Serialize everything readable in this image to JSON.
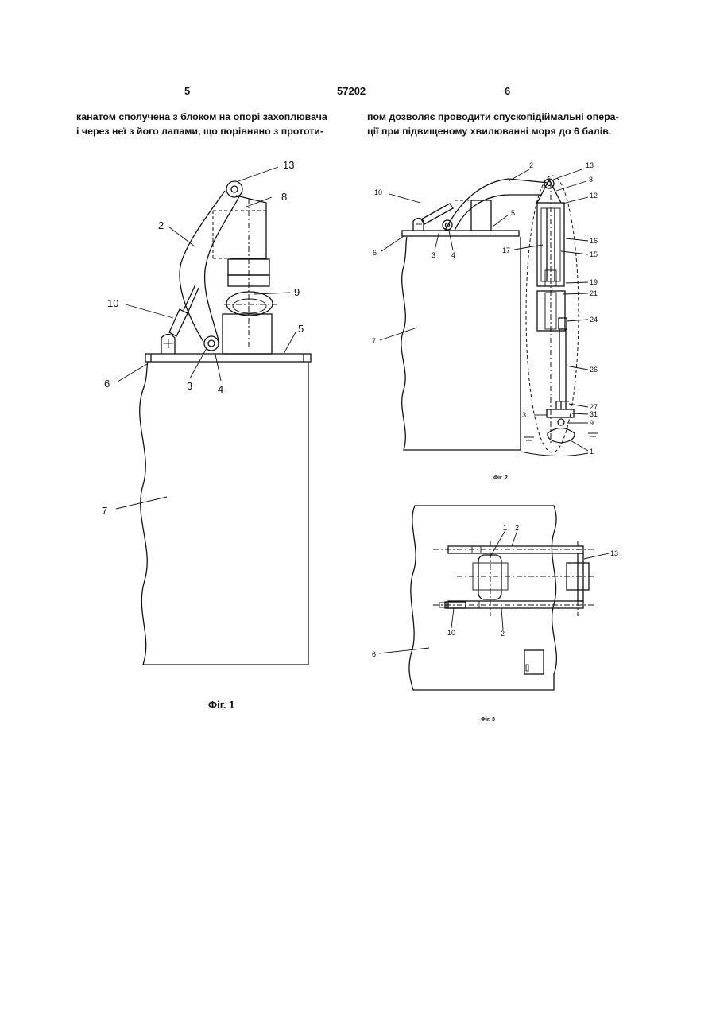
{
  "header": {
    "page_left": "5",
    "patent_no": "57202",
    "page_right": "6"
  },
  "text": {
    "left_col": [
      "канатом сполучена з блоком на опорі захоплювача",
      "і через неї з його лапами, що порівняно з прототи-"
    ],
    "right_col": [
      "пом дозволяє проводити спускопідіймальні опера-",
      "ції при підвищеному хвилюванні моря до 6 балів."
    ]
  },
  "fig1": {
    "caption": "Фіг. 1",
    "labels": {
      "l13": "13",
      "l8": "8",
      "l2": "2",
      "l9": "9",
      "l10": "10",
      "l5": "5",
      "l6": "6",
      "l3": "3",
      "l4": "4",
      "l7": "7"
    }
  },
  "fig2": {
    "caption": "Фіг. 2",
    "labels": {
      "l2": "2",
      "l13": "13",
      "l8": "8",
      "l12": "12",
      "l10": "10",
      "l5": "5",
      "l6": "6",
      "l3": "3",
      "l4": "4",
      "l17": "17",
      "l16": "16",
      "l15": "15",
      "l19": "19",
      "l21": "21",
      "l24": "24",
      "l7": "7",
      "l26": "26",
      "l27": "27",
      "l31a": "31",
      "l31b": "31",
      "l9": "9",
      "l1": "1"
    }
  },
  "fig3": {
    "caption": "Фіг. 3",
    "labels": {
      "l1": "1",
      "l2a": "2",
      "l13": "13",
      "l10": "10",
      "l2b": "2",
      "l6": "6"
    }
  }
}
